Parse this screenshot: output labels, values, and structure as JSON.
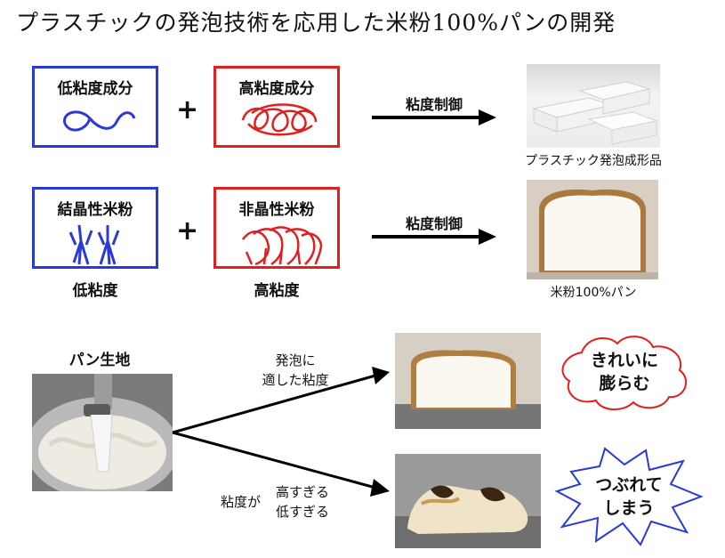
{
  "title": "プラスチックの発泡技術を応用した米粉100%パンの開発",
  "row1": {
    "left_box": "低粘度成分",
    "right_box": "高粘度成分",
    "plus": "+",
    "arrow_label": "粘度制御",
    "result_caption": "プラスチック発泡成形品"
  },
  "row2": {
    "left_box": "結晶性米粉",
    "right_box": "非晶性米粉",
    "plus": "+",
    "left_sub": "低粘度",
    "right_sub": "高粘度",
    "arrow_label": "粘度制御",
    "result_caption": "米粉100%パン"
  },
  "bottom": {
    "dough_label": "パン生地",
    "upper_note_line1": "発泡に",
    "upper_note_line2": "適した粘度",
    "lower_note_prefix": "粘度が",
    "lower_note_line1": "高すぎる",
    "lower_note_line2": "低すぎる",
    "good_bubble_line1": "きれいに",
    "good_bubble_line2": "膨らむ",
    "bad_bubble_line1": "つぶれて",
    "bad_bubble_line2": "しまう"
  },
  "colors": {
    "blue": "#2b3ad6",
    "red": "#e02020",
    "arrow": "#000000"
  }
}
